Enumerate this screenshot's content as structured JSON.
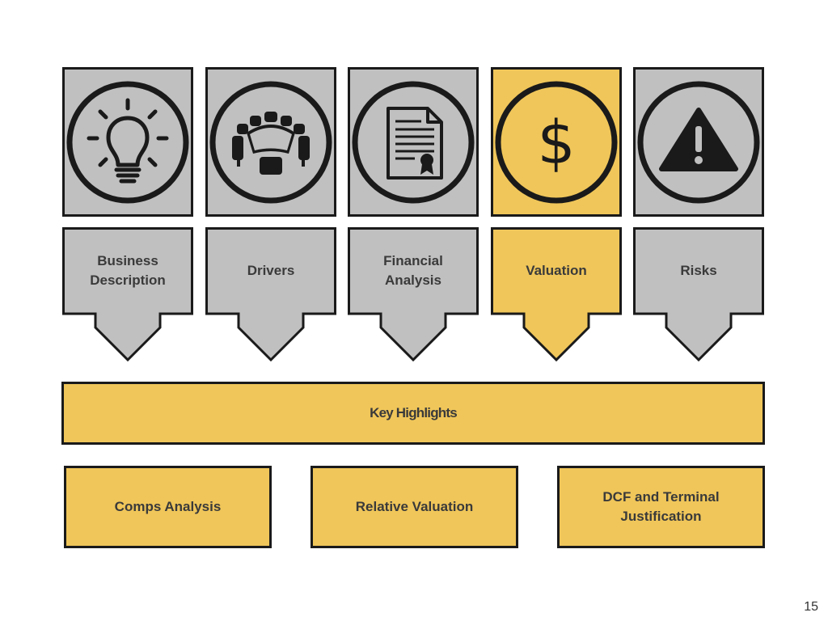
{
  "colors": {
    "accent": "#f0c65a",
    "neutral": "#c0c0c0",
    "outline": "#1a1a1a"
  },
  "columns": [
    {
      "label": "Business\nDescription",
      "icon": "lightbulb-icon"
    },
    {
      "label": "Drivers",
      "icon": "conference-table-icon"
    },
    {
      "label": "Financial\nAnalysis",
      "icon": "document-certificate-icon"
    },
    {
      "label": "Valuation",
      "icon": "dollar-sign-icon",
      "accent": true
    },
    {
      "label": "Risks",
      "icon": "warning-triangle-icon"
    }
  ],
  "dollar_symbol": "$",
  "key_highlights": "Key Highlights",
  "bottom": [
    {
      "label": "Comps Analysis"
    },
    {
      "label": "Relative Valuation"
    },
    {
      "label": "DCF and Terminal\nJustification"
    }
  ],
  "page_number": "15"
}
